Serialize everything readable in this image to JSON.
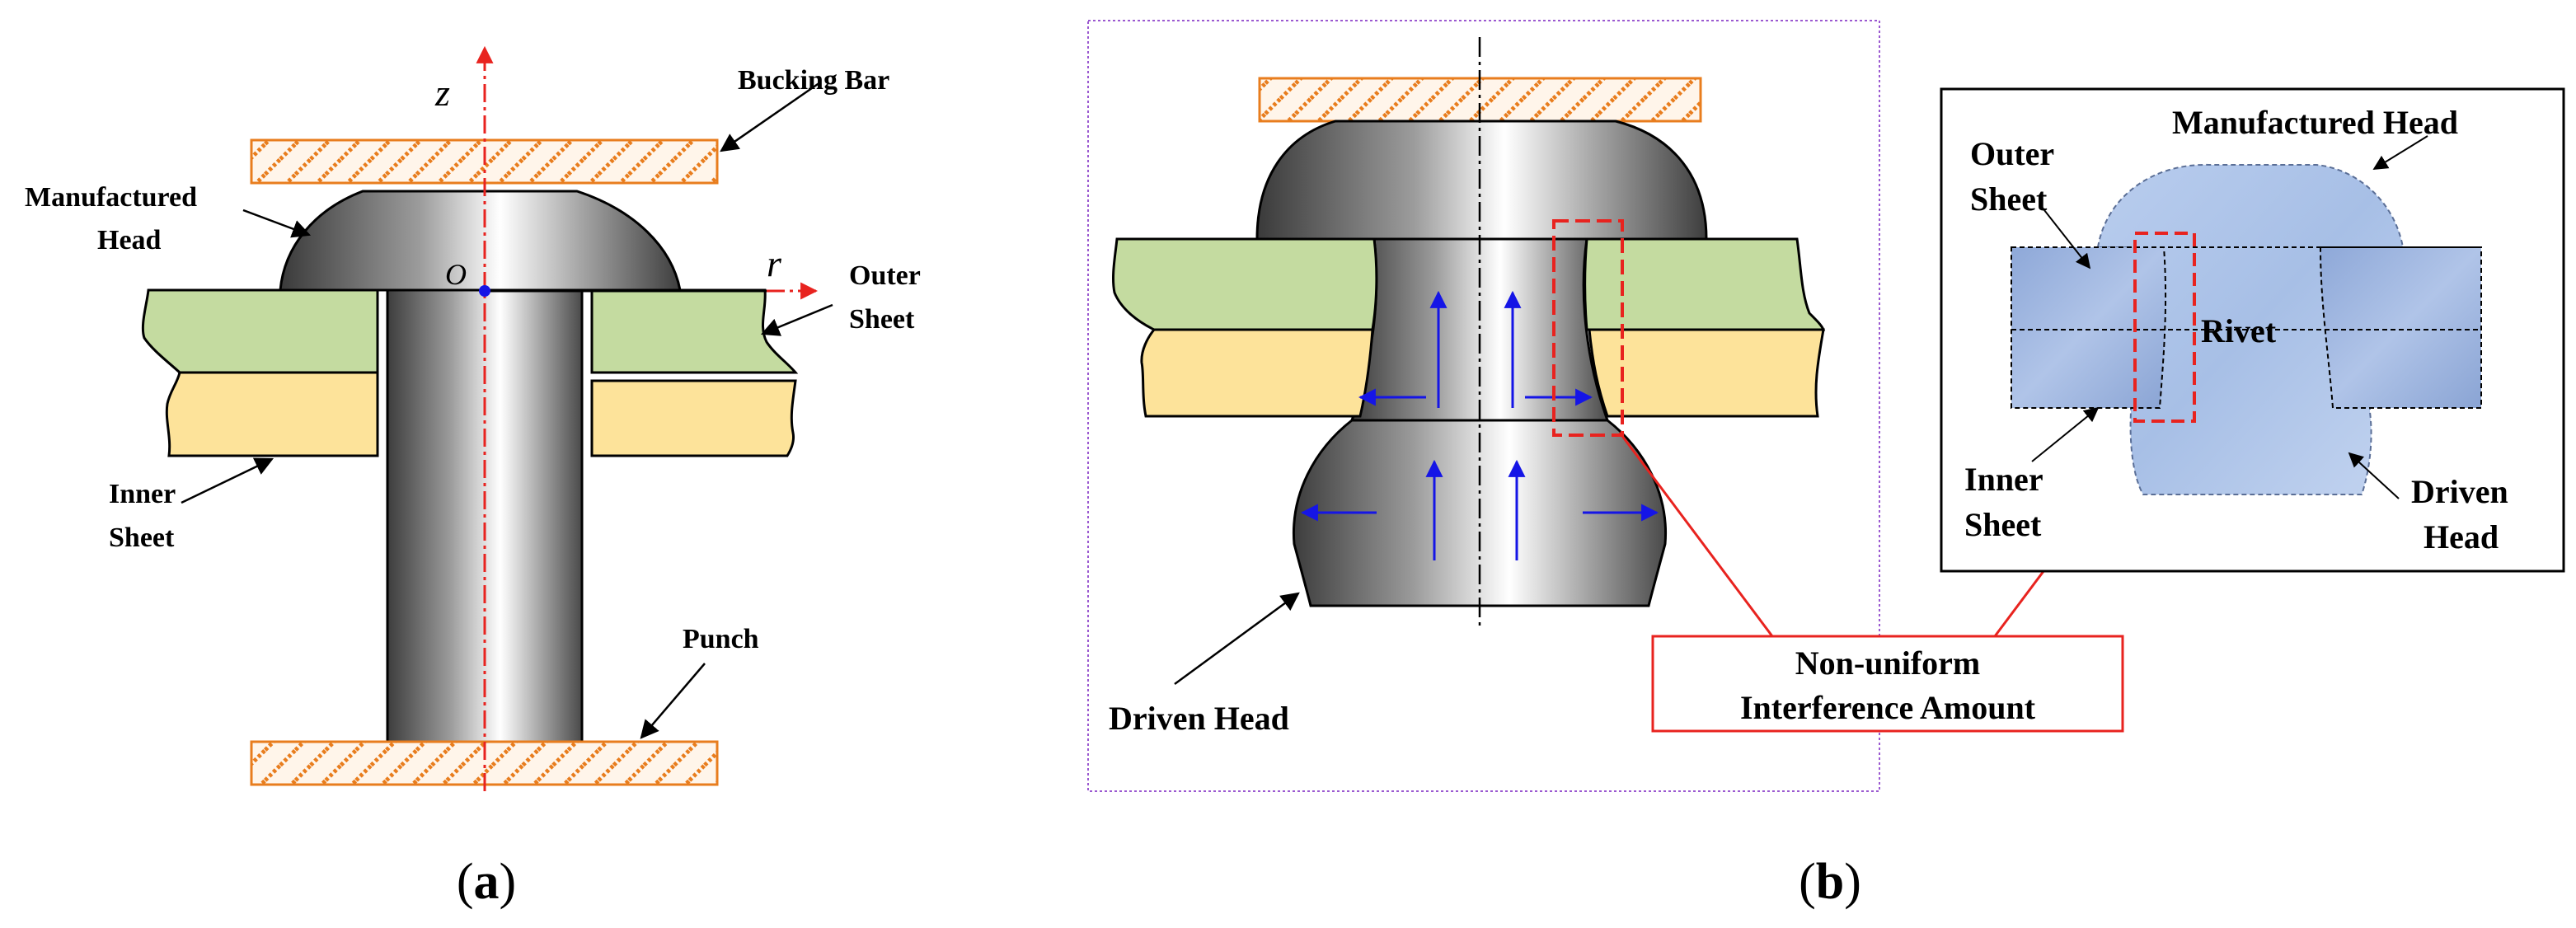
{
  "panel_a": {
    "caption_open": "(",
    "caption_letter": "a",
    "caption_close": ")",
    "labels": {
      "z_axis": "z",
      "r_axis": "r",
      "origin": "O",
      "bucking_bar": "Bucking Bar",
      "manufactured_head_line1": "Manufactured",
      "manufactured_head_line2": "Head",
      "outer_sheet_line1": "Outer",
      "outer_sheet_line2": "Sheet",
      "inner_sheet_line1": "Inner",
      "inner_sheet_line2": "Sheet",
      "punch": "Punch"
    }
  },
  "panel_b": {
    "caption_open": "(",
    "caption_letter": "b",
    "caption_close": ")",
    "labels": {
      "driven_head": "Driven Head",
      "callout_line1": "Non-uniform",
      "callout_line2": "Interference Amount"
    },
    "photo_inset": {
      "manufactured_head": "Manufactured Head",
      "outer_sheet_line1": "Outer",
      "outer_sheet_line2": "Sheet",
      "rivet": "Rivet",
      "inner_sheet_line1": "Inner",
      "inner_sheet_line2": "Sheet",
      "driven_head_line1": "Driven",
      "driven_head_line2": "Head"
    }
  },
  "colors": {
    "outer_sheet": "#c4dba0",
    "inner_sheet": "#fde39a",
    "hatch_stroke": "#e87d1e",
    "axis_red": "#e8231f",
    "flow_arrow_blue": "#1515e6",
    "callout_red": "#e8231f",
    "frame_purple": "#9b59d0",
    "photo_bg": "#a9c0e6"
  }
}
